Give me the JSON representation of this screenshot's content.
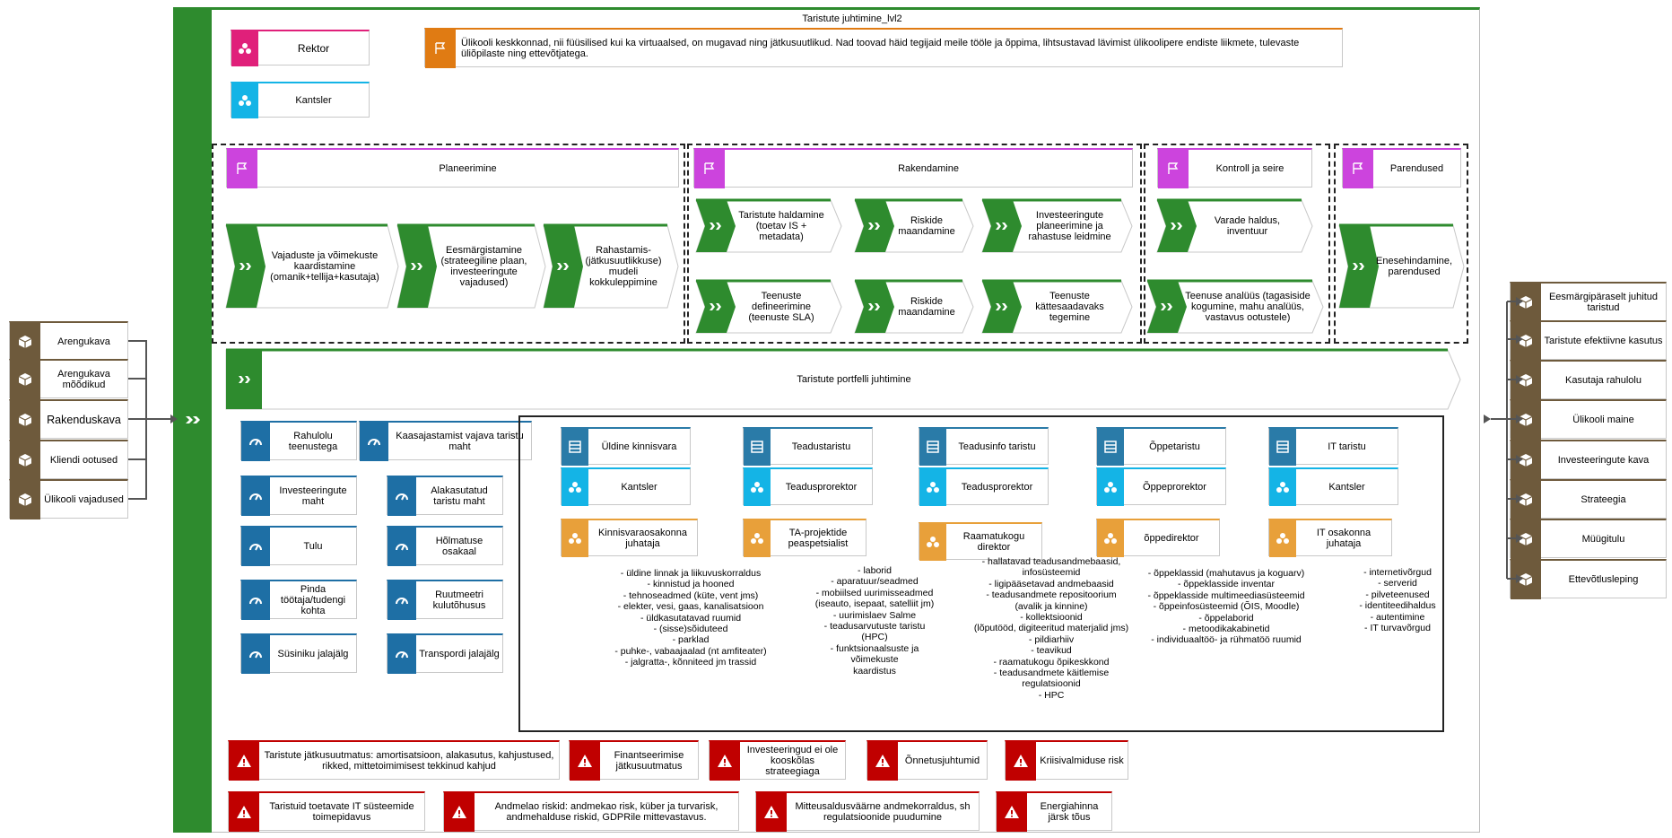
{
  "title": "Taristute juhtimine_lvl2",
  "roles_top": [
    "Rektor",
    "Kantsler"
  ],
  "goal_text": "Ülikooli keskkonnad, nii füüsilised kui ka virtuaalsed, on mugavad ning jätkusuutlikud. Nad toovad häid tegijaid meile tööle ja õppima, lihtsustavad lävimist ülikoolipere endiste liikmete, tulevaste üliõpilaste ning ettevõtjatega.",
  "phases": {
    "planning": {
      "title": "Planeerimine",
      "steps": [
        "Vajaduste ja võimekuste kaardistamine (omanik+tellija+kasutaja)",
        "Eesmärgistamine (strateegiline plaan, investeeringute vajadused)",
        "Rahastamis- (jätkusuutlikkuse) mudeli kokkuleppimine"
      ]
    },
    "implementation": {
      "title": "Rakendamine",
      "steps": [
        "Taristute haldamine (toetav IS + metadata)",
        "Riskide maandamine",
        "Investeeringute planeerimine ja rahastuse leidmine",
        "Teenuste defineerimine (teenuste SLA)",
        "Riskide maandamine",
        "Teenuste kättesaadavaks tegemine"
      ]
    },
    "control": {
      "title": "Kontroll ja seire",
      "steps": [
        "Varade haldus, inventuur",
        "Teenuse analüüs (tagasiside kogumine, mahu analüüs, vastavus ootustele)"
      ]
    },
    "improvement": {
      "title": "Parendused",
      "steps": [
        "Enesehindamine, parendused"
      ]
    }
  },
  "portfolio": "Taristute portfelli juhtimine",
  "inputs": [
    "Arengukava",
    "Arengukava mõõdikud",
    "Rakenduskava",
    "Kliendi ootused",
    "Ülikooli vajadused"
  ],
  "outputs": [
    "Eesmärgipäraselt juhitud taristud",
    "Taristute efektiivne kasutus",
    "Kasutaja rahulolu",
    "Ülikooli maine",
    "Investeeringute kava",
    "Strateegia",
    "Müügitulu",
    "Ettevõtlusleping"
  ],
  "kpis": [
    "Rahulolu teenustega",
    "Kaasajastamist vajava taristu maht",
    "Investeeringute maht",
    "Alakasutatud taristu maht",
    "Tulu",
    "Hõlmatuse osakaal",
    "Pinda töötaja/tudengi kohta",
    "Ruutmeetri kulutõhusus",
    "Süsiniku jalajälg",
    "Transpordi jalajälg"
  ],
  "infra": [
    {
      "name": "Üldine kinnisvara",
      "owner": "Kantsler",
      "manager": "Kinnisvaraosakonna juhataja",
      "items": "- üldine linnak ja liikuvuskorraldus\n- kinnistud ja hooned\n- tehnoseadmed (küte, vent jms)\n- elekter, vesi, gaas, kanalisatsioon\n- üldkasutatavad ruumid\n- (sisse)sõiduteed\n- parklad\n- puhke-, vabaajaalad (nt amfiteater)\n- jalgratta-, kõnniteed jm trassid"
    },
    {
      "name": "Teadustaristu",
      "owner": "Teadusprorektor",
      "manager": "TA-projektide peaspetsialist",
      "items": "- laborid\n- aparatuur/seadmed\n- mobiilsed uurimisseadmed\n(iseauto, isepaat, satelliit jm)\n- uurimislaev Salme\n- teadusarvutuste taristu\n(HPC)\n- funktsionaalsuste ja\nvõimekuste\nkaardistus"
    },
    {
      "name": "Teadusinfo taristu",
      "owner": "Teadusprorektor",
      "manager": "Raamatukogu direktor",
      "items": "- hallatavad teadusandmebaasid,\ninfosüsteemid\n- ligipääsetavad andmebaasid\n- teadusandmete repositoorium\n(avalik ja kinnine)\n- kollektsioonid\n(lõputööd, digiteeritud materjalid jms)\n- pildiarhiiv\n- teavikud\n- raamatukogu õpikeskkond\n- teadusandmete käitlemise\nregulatsioonid\n- HPC"
    },
    {
      "name": "Õppetaristu",
      "owner": "Õppeprorektor",
      "manager": "õppedirektor",
      "items": "- õppeklassid (mahutavus ja koguarv)\n- õppeklasside inventar\n- õppeklasside multimeediasüsteemid\n- õppeinfosüsteemid (ÕIS, Moodle)\n- õppelaborid\n- metoodikakabinetid\n- individuaaltöö- ja rühmatöö ruumid"
    },
    {
      "name": "IT taristu",
      "owner": "Kantsler",
      "manager": "IT osakonna juhataja",
      "items": "- internetivõrgud\n- serverid\n- pilveteenused\n- identiteedihaldus\n- autentimine\n- IT turvavõrgud"
    }
  ],
  "risks_row1": [
    "Taristute jätkusuutmatus: amortisatsioon, alakasutus, kahjustused, rikked, mittetoimimisest tekkinud kahjud",
    "Finantseerimise jätkusuutmatus",
    "Investeeringud ei ole kooskõlas strateegiaga",
    "Õnnetusjuhtumid",
    "Kriisivalmiduse risk"
  ],
  "risks_row2": [
    "Taristuid toetavate IT süsteemide toimepidavus",
    "Andmelao riskid: andmekao risk, küber ja turvarisk, andmehalduse riskid, GDPRile mittevastavus.",
    "Mitteusaldusväärne andmekorraldus, sh regulatsioonide puudumine",
    "Energiahinna järsk tõus"
  ],
  "colors": {
    "process_green": "#2e8b2e",
    "kpi_blue": "#1e6fa5",
    "role_pink": "#e0207a",
    "role_cyan": "#14b4e6",
    "goal_orange": "#e07b13",
    "phase_violet": "#cc44dd",
    "risk_red": "#c00000",
    "io_brown": "#6e5a3c",
    "manager_orange": "#e8a03a",
    "infra_teal": "#2a7ba8"
  }
}
